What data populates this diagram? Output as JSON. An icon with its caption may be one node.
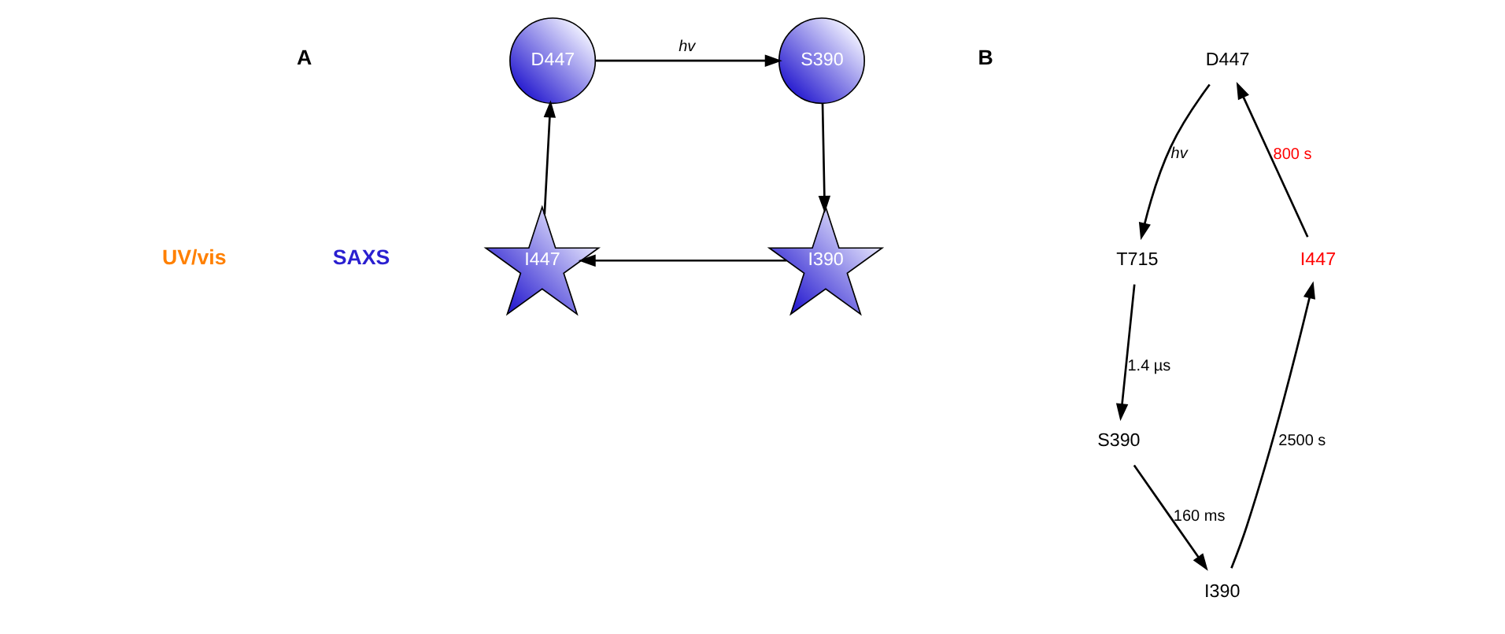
{
  "diagram": {
    "nodes": [
      {
        "text": [
          "D447"
        ]
      },
      {
        "text": [
          "S390"
        ]
      },
      {
        "text": [
          "I447"
        ]
      },
      {
        "text": [
          "I390"
        ]
      },
      {
        "text": [
          "D447"
        ]
      },
      {
        "text": [
          "T715"
        ]
      },
      {
        "text": [
          "S390"
        ]
      },
      {
        "text": [
          "I390"
        ]
      },
      {
        "text": [
          "I447"
        ]
      }
    ],
    "edges": [
      {
        "from": 0,
        "to": 1,
        "arrow": "to",
        "label": "hv"
      },
      {
        "from": 1,
        "to": 3,
        "arrow": "to"
      },
      {
        "from": 3,
        "to": 2,
        "arrow": "to"
      },
      {
        "from": 2,
        "to": 0,
        "arrow": "to"
      },
      {
        "from": 4,
        "to": 5,
        "arrow": "to",
        "label": "hv"
      },
      {
        "from": 5,
        "to": 6,
        "arrow": "to",
        "label": "1.4 µs"
      },
      {
        "from": 6,
        "to": 7,
        "arrow": "to",
        "label": "160 ms"
      },
      {
        "from": 7,
        "to": 8,
        "arrow": "to",
        "label": "2500 s"
      },
      {
        "from": 8,
        "to": 4,
        "arrow": "to",
        "label": "800 s"
      }
    ],
    "labels": [
      "A",
      "B",
      "UV/vis",
      "SAXS"
    ]
  }
}
